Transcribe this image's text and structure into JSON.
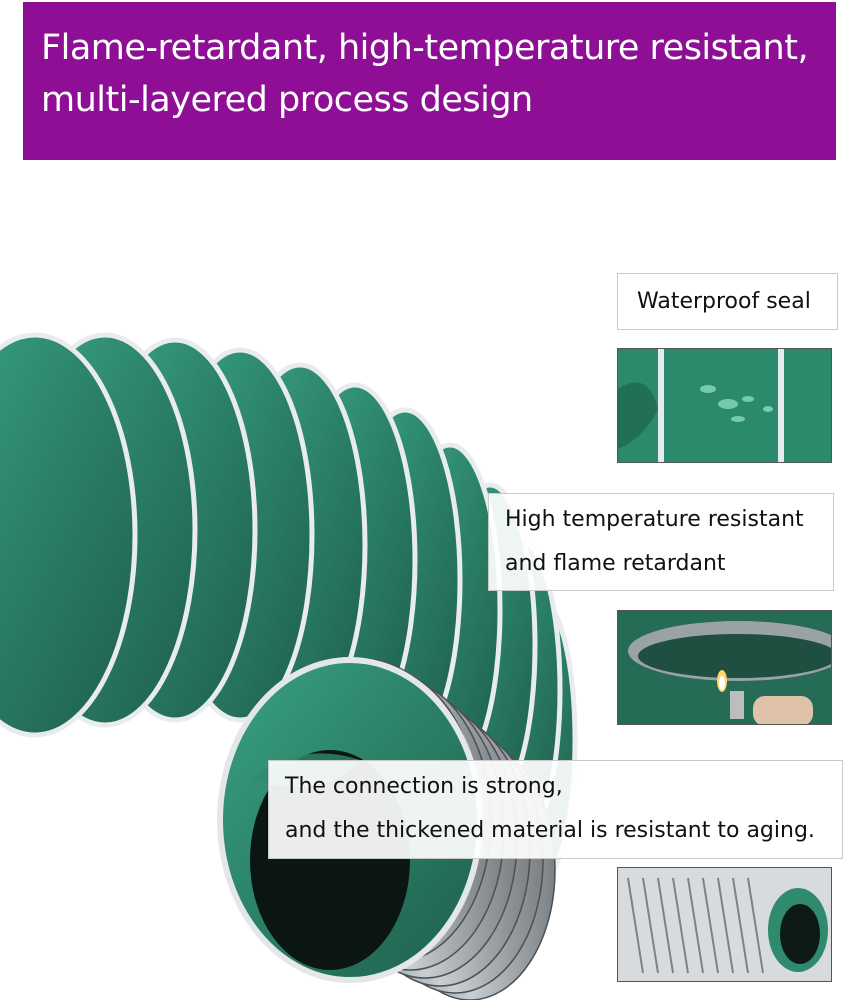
{
  "banner": {
    "line1": "Flame-retardant, high-temperature resistant,",
    "line2": "multi-layered process design"
  },
  "features": [
    {
      "label": "Waterproof seal"
    },
    {
      "label_line1": "High temperature resistant",
      "label_line2": "and flame retardant"
    },
    {
      "label_line1": "The connection is strong,",
      "label_line2": "and the thickened material is resistant to aging."
    }
  ],
  "colors": {
    "banner_bg": "#8e0f95",
    "hose_green": "#2d8a6e",
    "wire_silver": "#d8dde0"
  },
  "icons": [
    "lighter-icon"
  ]
}
